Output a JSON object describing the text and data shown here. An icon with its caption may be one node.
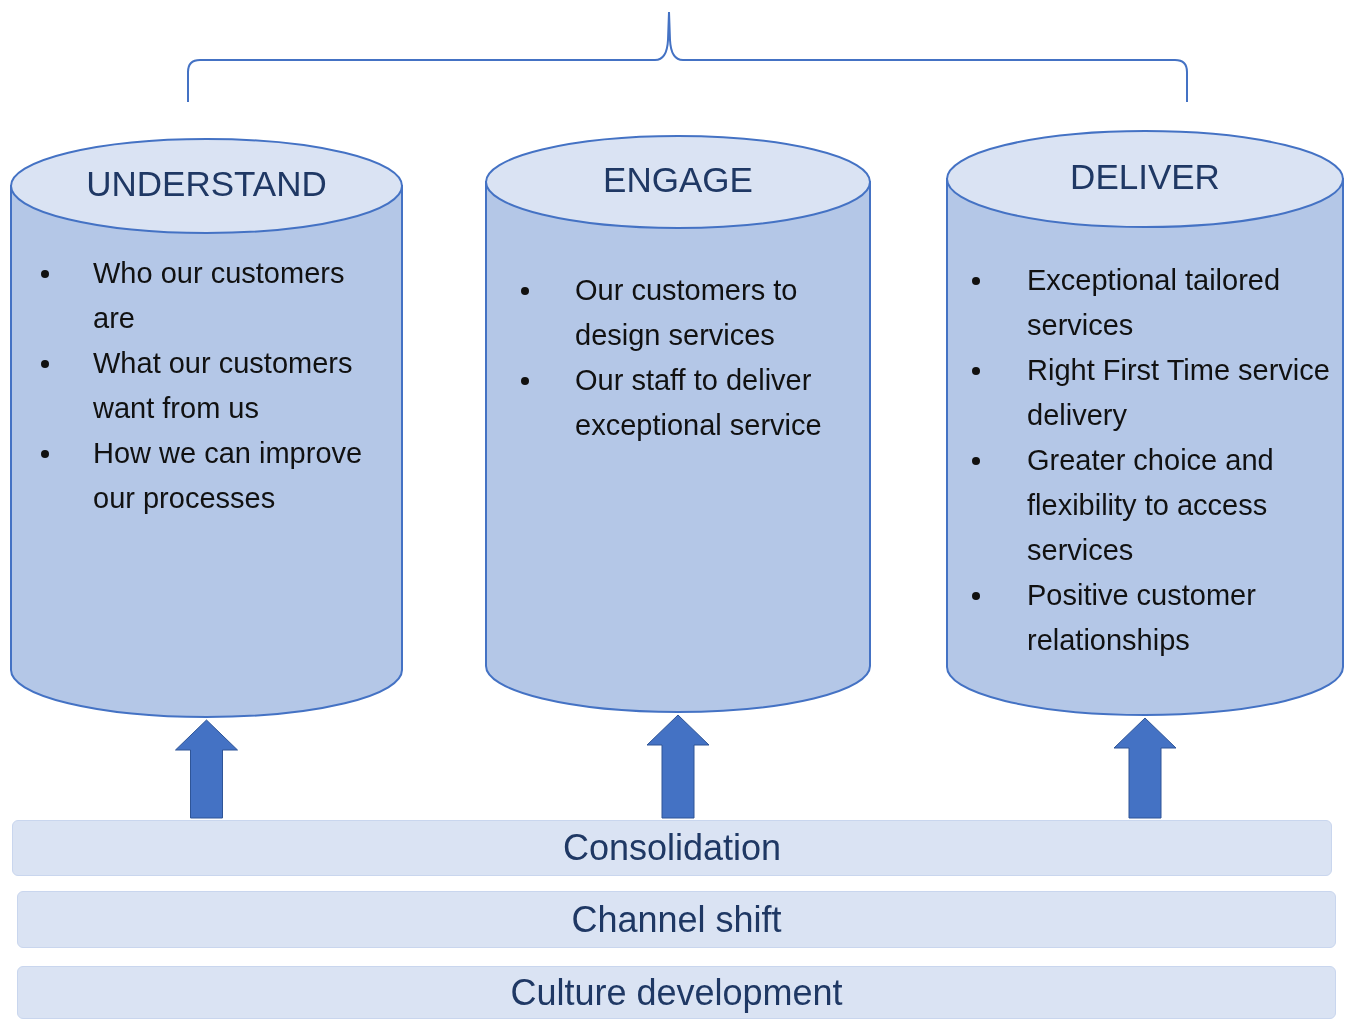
{
  "diagram": {
    "nodes": [
      {
        "text": [
          "UNDERSTAND",
          "Who our customers are",
          "What our customers want from us",
          "How we can improve our processes"
        ]
      },
      {
        "text": [
          "ENGAGE",
          "Our customers to design services",
          "Our staff to deliver exceptional service"
        ]
      },
      {
        "text": [
          "DELIVER",
          "Exceptional tailored services",
          "Right First Time service delivery",
          "Greater choice and flexibility to access services",
          "Positive customer relationships"
        ]
      },
      {
        "text": [
          "Consolidation"
        ]
      },
      {
        "text": [
          "Channel shift"
        ]
      },
      {
        "text": [
          "Culture development"
        ]
      }
    ],
    "edges": [
      {
        "from": 3,
        "to": 0,
        "arrow": "to"
      },
      {
        "from": 3,
        "to": 1,
        "arrow": "to"
      },
      {
        "from": 3,
        "to": 2,
        "arrow": "to"
      }
    ]
  }
}
